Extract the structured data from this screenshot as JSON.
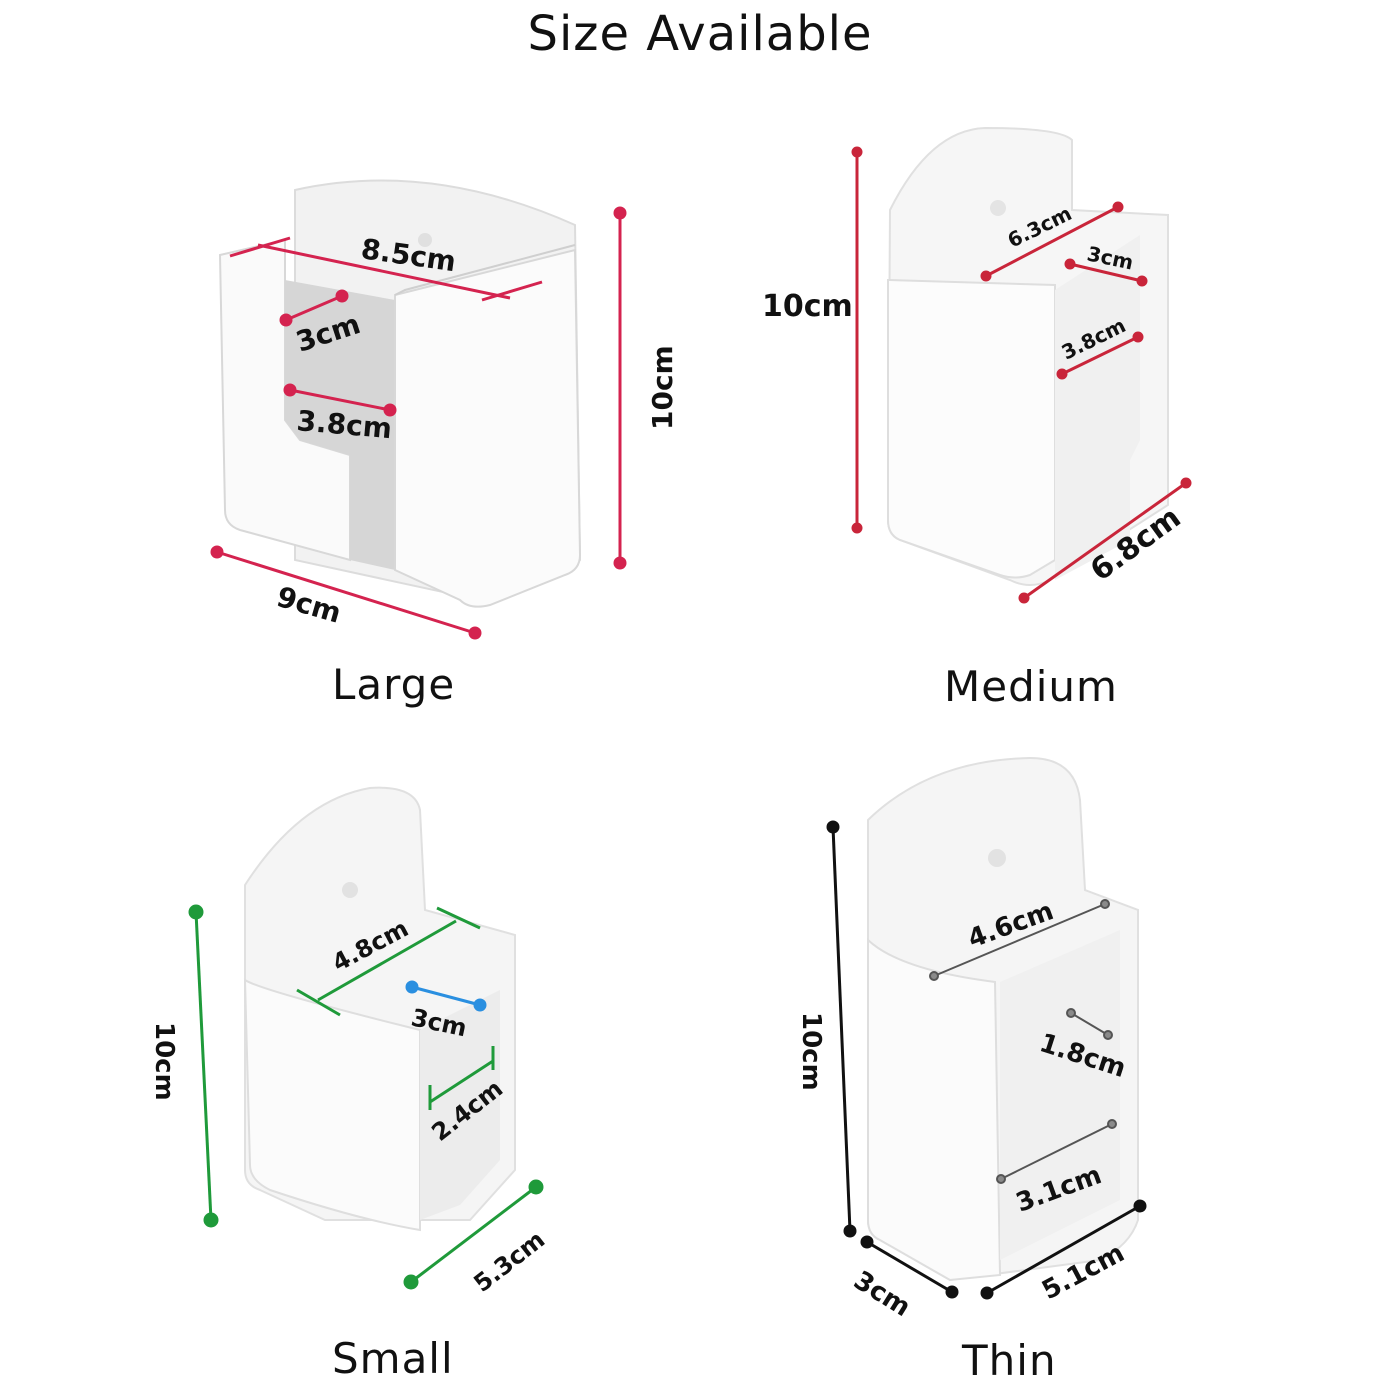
{
  "title": "Size Available",
  "colors": {
    "large_annotation": "#d4234f",
    "medium_annotation": "#c9253a",
    "small_annotation": "#1f9a3a",
    "small_accent": "#2a8fe0",
    "thin_annotation": "#111111",
    "thin_inner": "#8a8a8a",
    "holder_body": "#f4f4f4"
  },
  "products": [
    {
      "name": "Large",
      "dimensions": {
        "top_width": "8.5cm",
        "slot_depth": "3cm",
        "slot_width": "3.8cm",
        "height": "10cm",
        "base_width": "9cm"
      }
    },
    {
      "name": "Medium",
      "dimensions": {
        "height": "10cm",
        "top_width": "6.3cm",
        "slot_depth": "3cm",
        "slot_width": "3.8cm",
        "base_depth": "6.8cm"
      }
    },
    {
      "name": "Small",
      "dimensions": {
        "height": "10cm",
        "top_width": "4.8cm",
        "slot_depth": "3cm",
        "slot_width": "2.4cm",
        "base_width": "5.3cm"
      }
    },
    {
      "name": "Thin",
      "dimensions": {
        "height": "10cm",
        "top_width": "4.6cm",
        "slot_depth": "1.8cm",
        "slot_width": "3.1cm",
        "base_depth": "3cm",
        "base_width": "5.1cm"
      }
    }
  ]
}
